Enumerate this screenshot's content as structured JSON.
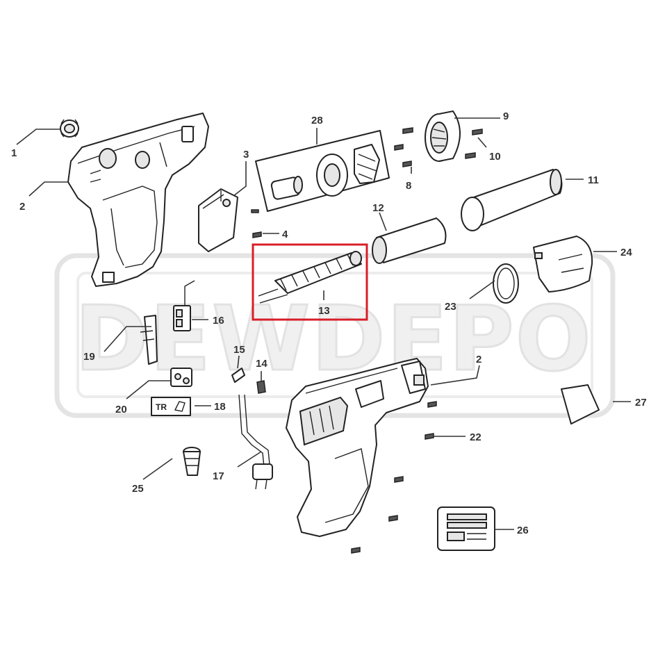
{
  "watermark": {
    "text": "DEWDEPO"
  },
  "badge": {
    "text": "TR"
  },
  "highlight_color": "#d81e28",
  "callouts": [
    {
      "id": "c1",
      "label": "1"
    },
    {
      "id": "c2a",
      "label": "2"
    },
    {
      "id": "c2b",
      "label": "2"
    },
    {
      "id": "c3",
      "label": "3"
    },
    {
      "id": "c4",
      "label": "4"
    },
    {
      "id": "c8",
      "label": "8"
    },
    {
      "id": "c9",
      "label": "9"
    },
    {
      "id": "c10",
      "label": "10"
    },
    {
      "id": "c11",
      "label": "11"
    },
    {
      "id": "c12",
      "label": "12"
    },
    {
      "id": "c13",
      "label": "13"
    },
    {
      "id": "c14",
      "label": "14"
    },
    {
      "id": "c15",
      "label": "15"
    },
    {
      "id": "c16",
      "label": "16"
    },
    {
      "id": "c17",
      "label": "17"
    },
    {
      "id": "c18",
      "label": "18"
    },
    {
      "id": "c19",
      "label": "19"
    },
    {
      "id": "c20",
      "label": "20"
    },
    {
      "id": "c22",
      "label": "22"
    },
    {
      "id": "c23",
      "label": "23"
    },
    {
      "id": "c24",
      "label": "24"
    },
    {
      "id": "c25",
      "label": "25"
    },
    {
      "id": "c26",
      "label": "26"
    },
    {
      "id": "c27",
      "label": "27"
    },
    {
      "id": "c28",
      "label": "28"
    }
  ]
}
